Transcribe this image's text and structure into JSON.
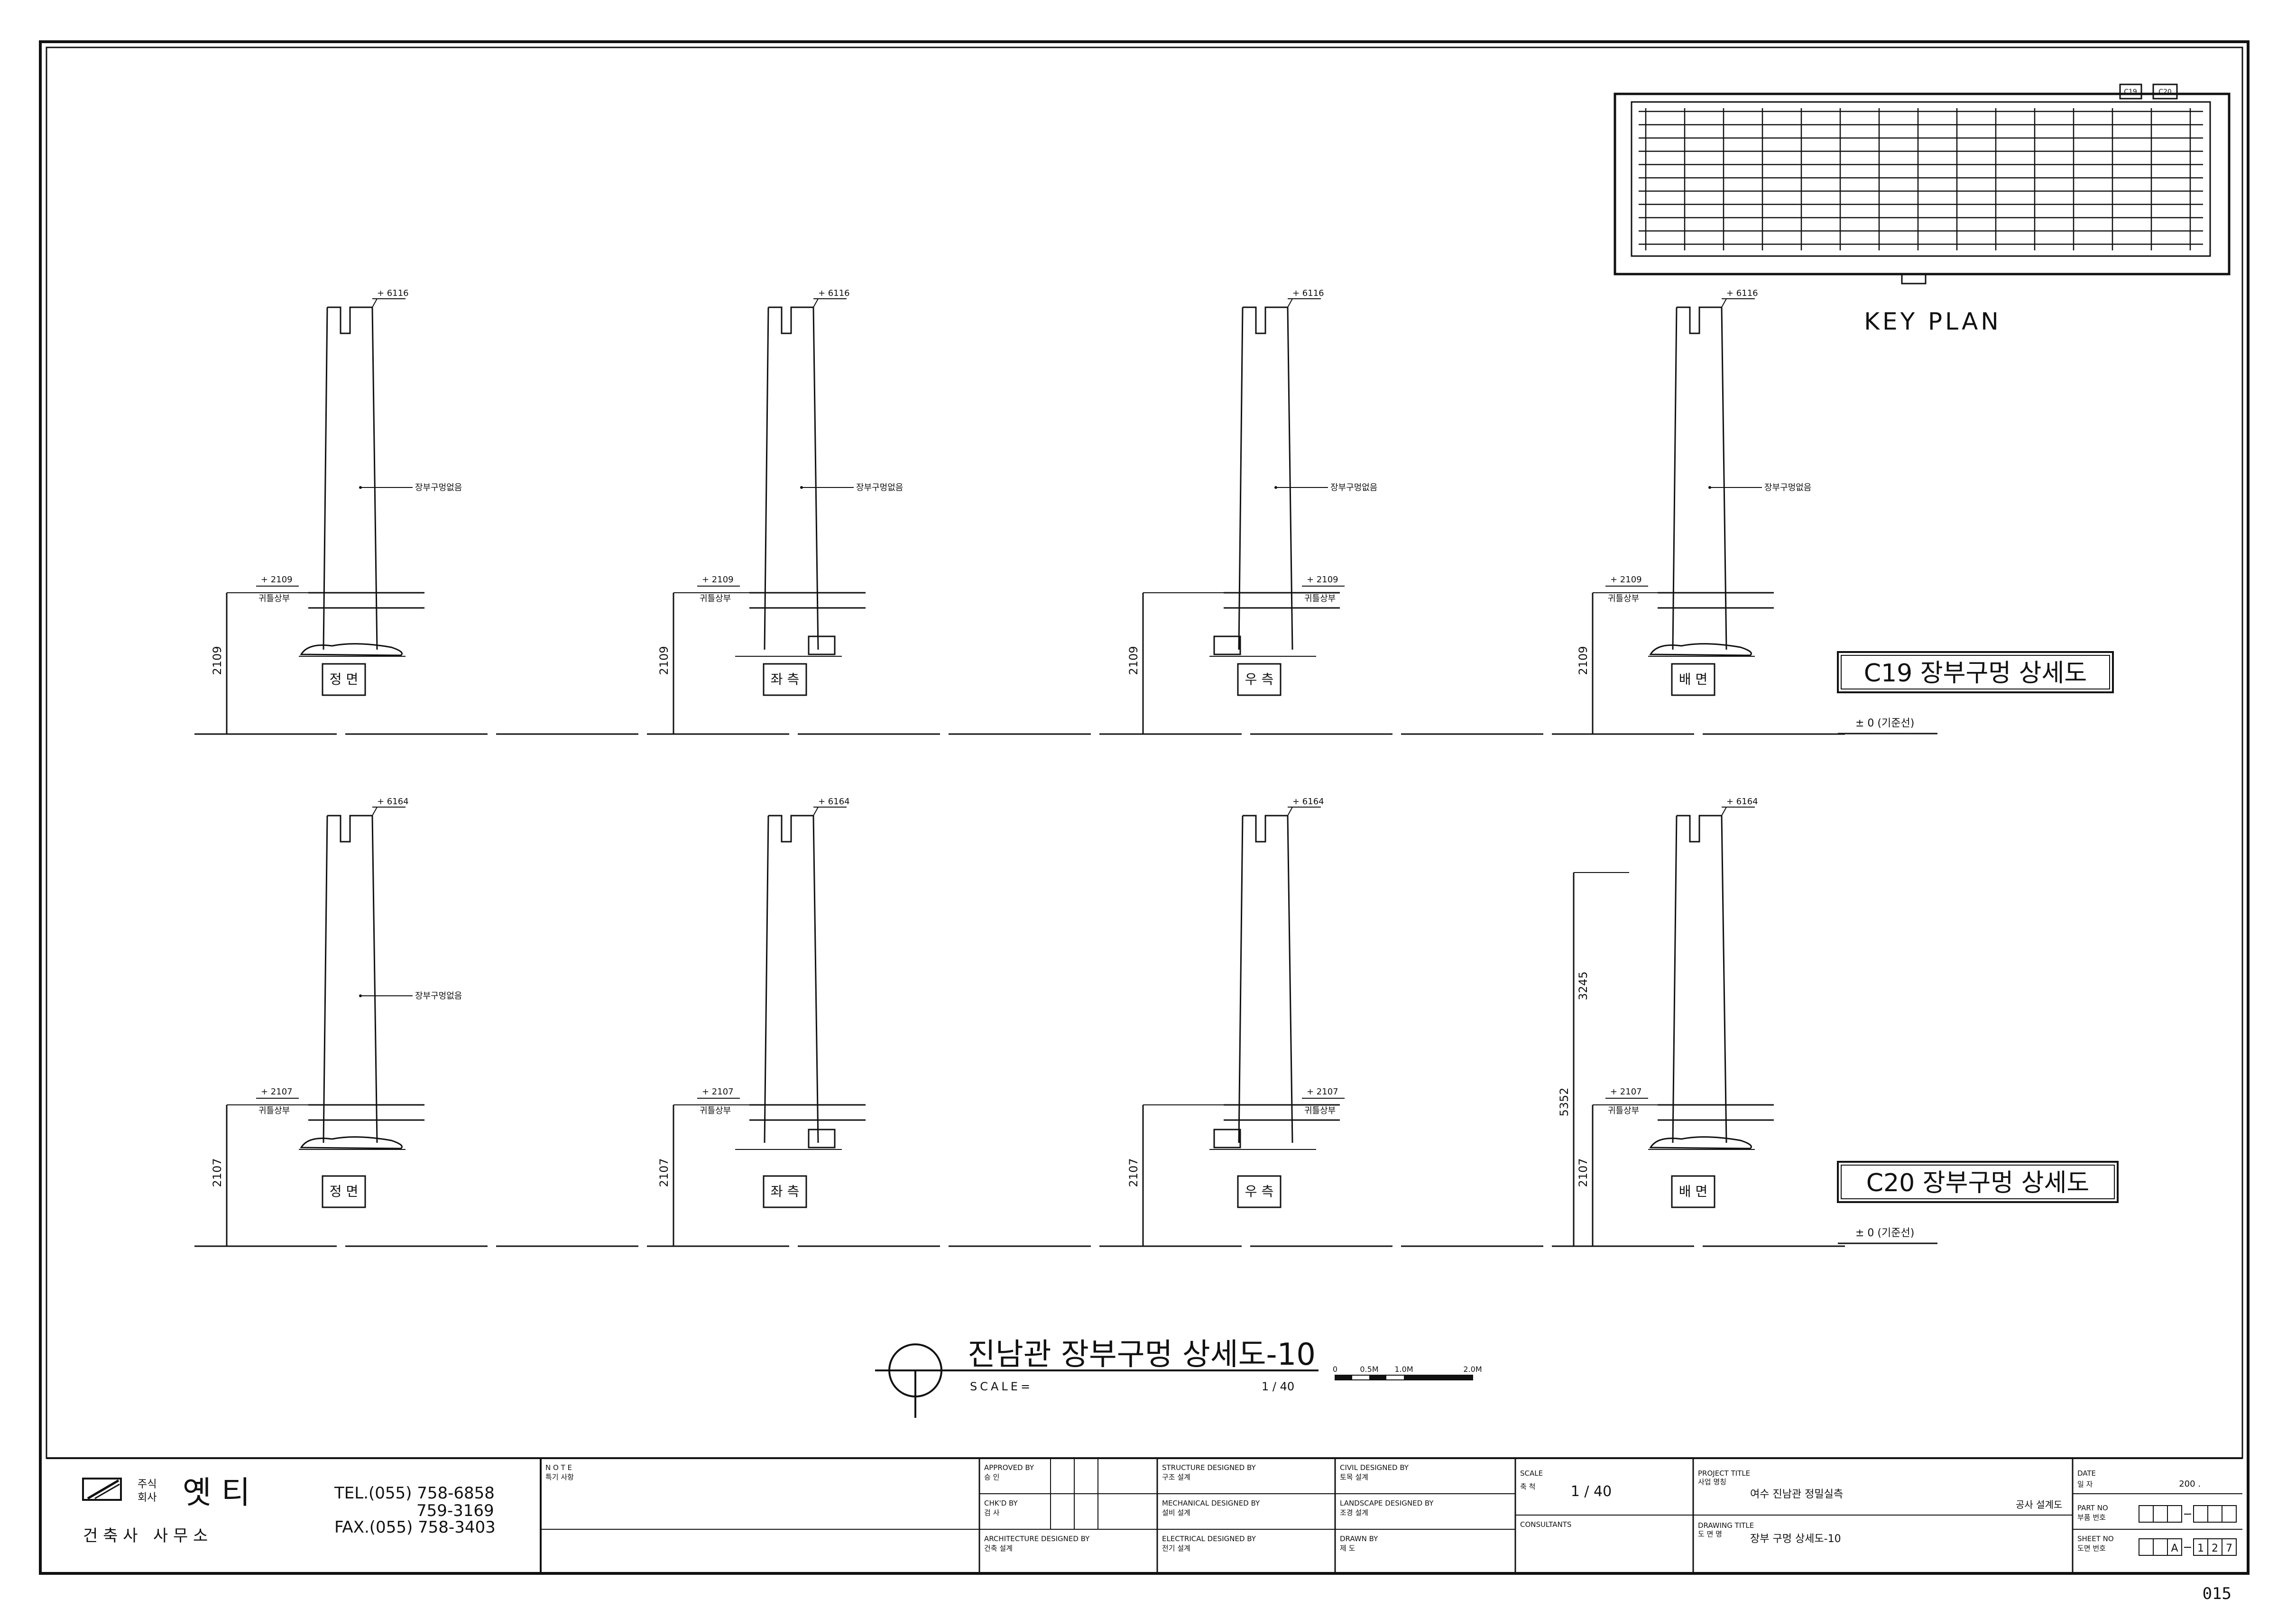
{
  "key_plan": {
    "label": "KEY PLAN",
    "marks": [
      "C19",
      "C20"
    ]
  },
  "drawing_sets": [
    {
      "title": "C19 장부구멍 상세도",
      "datum": "± 0 (기준선)",
      "views": [
        {
          "label": "정 면",
          "top": "+ 6116",
          "mid": "+ 2109",
          "sill": "귀틀상부",
          "note": "장부구멍없음",
          "dim": "2109"
        },
        {
          "label": "좌 측",
          "top": "+ 6116",
          "mid": "+ 2109",
          "sill": "귀틀상부",
          "note": "장부구멍없음",
          "dim": "2109"
        },
        {
          "label": "우 측",
          "top": "+ 6116",
          "mid": "+ 2109",
          "sill": "귀틀상부",
          "note": "장부구멍없음",
          "dim": "2109"
        },
        {
          "label": "배 면",
          "top": "+ 6116",
          "mid": "+ 2109",
          "sill": "귀틀상부",
          "note": "장부구멍없음",
          "dim": "2109"
        }
      ]
    },
    {
      "title": "C20 장부구멍 상세도",
      "datum": "± 0 (기준선)",
      "views": [
        {
          "label": "정 면",
          "top": "+ 6164",
          "mid": "+ 2107",
          "sill": "귀틀상부",
          "note": "장부구멍없음",
          "dim": "2107"
        },
        {
          "label": "좌 측",
          "top": "+ 6164",
          "mid": "+ 2107",
          "sill": "귀틀상부",
          "note": "",
          "dim": "2107"
        },
        {
          "label": "우 측",
          "top": "+ 6164",
          "mid": "+ 2107",
          "sill": "귀틀상부",
          "note": "",
          "dim": "2107"
        },
        {
          "label": "배 면",
          "top": "+ 6164",
          "mid": "+ 2107",
          "sill": "귀틀상부",
          "note": "",
          "dim": "2107",
          "dim_upper": "3245",
          "dim_total": "5352"
        }
      ]
    }
  ],
  "main_title": {
    "text": "진남관 장부구멍 상세도-10",
    "scale_label": "SCALE=",
    "scale_value": "1 / 40",
    "bar_labels": [
      "0",
      "0.5M",
      "1.0M",
      "2.0M"
    ]
  },
  "title_block": {
    "company": {
      "prefix_top": "주식",
      "prefix_bottom": "회사",
      "name": "옛 티",
      "subtitle": "건 축 사   사 무 소"
    },
    "phones": [
      "TEL.(055) 758-6858",
      "759-3169",
      "FAX.(055) 758-3403"
    ],
    "note": {
      "head": "N O T E",
      "sub": "특기 사항"
    },
    "approved": {
      "head": "APPROVED BY",
      "sub": "승 인"
    },
    "checked": {
      "head": "CHK'D BY",
      "sub": "검 사"
    },
    "architecture": {
      "head": "ARCHITECTURE DESIGNED BY",
      "sub": "건축 설계"
    },
    "structure": {
      "head": "STRUCTURE DESIGNED BY",
      "sub": "구조 설계"
    },
    "mechanical": {
      "head": "MECHANICAL DESIGNED BY",
      "sub": "설비 설계"
    },
    "electrical": {
      "head": "ELECTRICAL DESIGNED BY",
      "sub": "전기 설계"
    },
    "civil": {
      "head": "CIVIL DESIGNED BY",
      "sub": "토목 설계"
    },
    "landscape": {
      "head": "LANDSCAPE DESIGNED BY",
      "sub": "조경 설계"
    },
    "drawn": {
      "head": "DRAWN BY",
      "sub": "제 도"
    },
    "scale": {
      "head": "SCALE",
      "sub": "축 척",
      "value": "1 / 40"
    },
    "consultants": "CONSULTANTS",
    "project": {
      "head": "PROJECT TITLE",
      "sub": "사업 명칭",
      "value": "여수 진남관 정밀실측",
      "note": "공사 설계도"
    },
    "drawing": {
      "head": "DRAWING TITLE",
      "sub": "도 면 명",
      "value": "장부 구멍 상세도-10"
    },
    "date": {
      "head": "DATE",
      "sub": "일 자",
      "value": "200 ."
    },
    "part": {
      "head": "PART NO",
      "sub": "부품 번호"
    },
    "sheet": {
      "head": "SHEET NO",
      "sub": "도면 번호",
      "boxes": [
        "A",
        "1",
        "2",
        "7"
      ]
    }
  },
  "page_number": "015"
}
